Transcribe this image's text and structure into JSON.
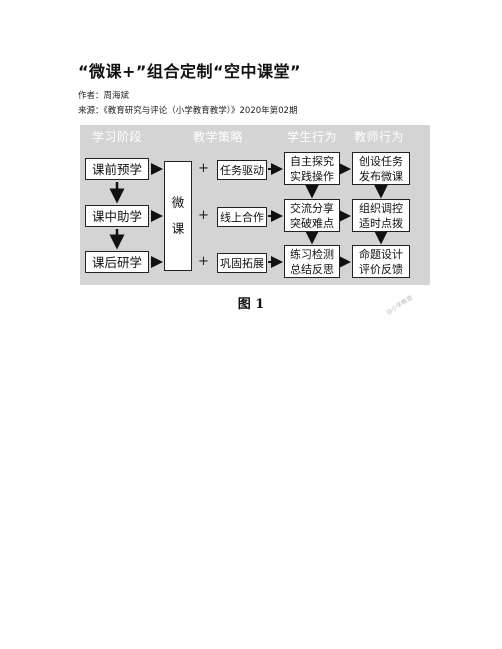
{
  "article": {
    "title": "“微课+”组合定制“空中课堂”",
    "author": "作者：周海斌",
    "source": "来源：《教育研究与评论（小学教育教学）》2020年第02期"
  },
  "figure": {
    "headers": [
      "学习阶段",
      "教学策略",
      "学生行为",
      "教师行为"
    ],
    "phases": [
      "课前预学",
      "课中助学",
      "课后研学"
    ],
    "center": [
      "微",
      "课"
    ],
    "plus": "+",
    "strategies": [
      "任务驱动",
      "线上合作",
      "巩固拓展"
    ],
    "student": [
      [
        "自主探究",
        "实践操作"
      ],
      [
        "交流分享",
        "突破难点"
      ],
      [
        "练习检测",
        "总结反思"
      ]
    ],
    "teacher": [
      [
        "创设任务",
        "发布微课"
      ],
      [
        "组织调控",
        "适时点拨"
      ],
      [
        "命题设计",
        "评价反馈"
      ]
    ],
    "caption": "图 1",
    "watermark": "@小学教育"
  }
}
